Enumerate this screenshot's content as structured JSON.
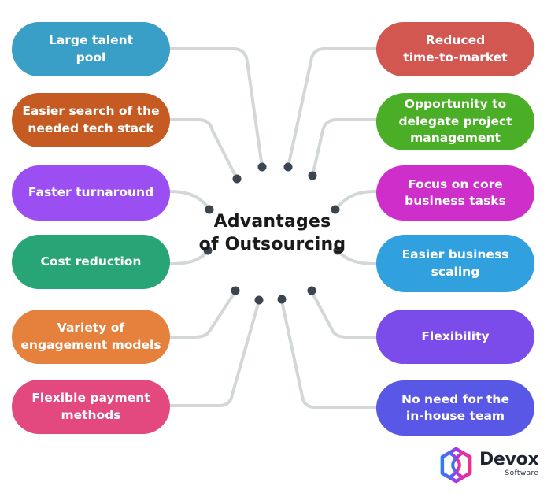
{
  "title": {
    "line1": "Advantages",
    "line2": "of Outsourcing"
  },
  "pills": {
    "left": [
      {
        "label": "Large talent\npool",
        "color": "#3A9FC6"
      },
      {
        "label": "Easier search of the\nneeded tech stack",
        "color": "#C65A23"
      },
      {
        "label": "Faster turnaround",
        "color": "#9B4FF2"
      },
      {
        "label": "Cost reduction",
        "color": "#27A577"
      },
      {
        "label": "Variety of\nengagement models",
        "color": "#E5803D"
      },
      {
        "label": "Flexible payment\nmethods",
        "color": "#E3497E"
      }
    ],
    "right": [
      {
        "label": "Reduced\ntime-to-market",
        "color": "#D25750"
      },
      {
        "label": "Opportunity to\ndelegate project\nmanagement",
        "color": "#4BAE27"
      },
      {
        "label": "Focus on core\nbusiness tasks",
        "color": "#CE2FCB"
      },
      {
        "label": "Easier business\nscaling",
        "color": "#30A0DF"
      },
      {
        "label": "Flexibility",
        "color": "#7B4CEA"
      },
      {
        "label": "No need for the\nin-house team",
        "color": "#5957E5"
      }
    ]
  },
  "connectors": {
    "line_color": "#D3D7D8",
    "dot_color": "#3A4550"
  },
  "logo": {
    "name": "Devox",
    "subtitle": "Software",
    "gradient": [
      "#2E7CF5",
      "#A438E8",
      "#F0308F"
    ]
  }
}
